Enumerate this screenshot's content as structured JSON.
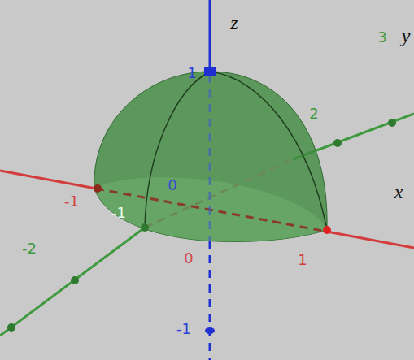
{
  "diagram": {
    "labels": [
      "z",
      "1",
      "3",
      "y",
      "2",
      "x",
      "0",
      "-1",
      "-1",
      "-2",
      "0",
      "1",
      "-1"
    ]
  }
}
